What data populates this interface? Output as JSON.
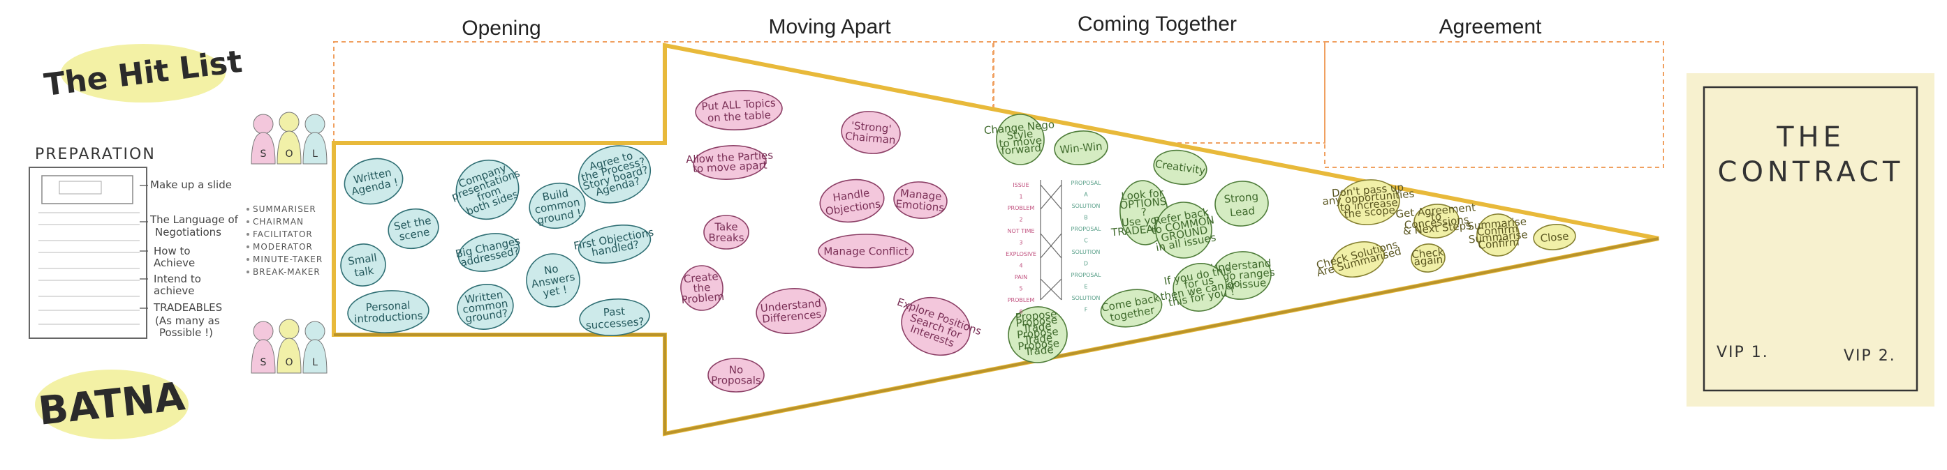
{
  "phases": [
    "Opening",
    "Moving Apart",
    "Coming Together",
    "Agreement"
  ],
  "hit_list": "The Hit List",
  "batna": "BATNA",
  "preparation": {
    "title": "PREPARATION",
    "items": [
      "Make up a slide",
      "The Language of",
      "Negotiations",
      "How to",
      "Achieve",
      "Intend to",
      "achieve",
      "TRADEABLES",
      "(As many as",
      "Possible !)"
    ]
  },
  "team_letters": [
    "S",
    "O",
    "L"
  ],
  "roles": [
    "SUMMARISER",
    "CHAIRMAN",
    "FACILITATOR",
    "MODERATOR",
    "MINUTE-TAKER",
    "BREAK-MAKER"
  ],
  "opening_bubbles": [
    [
      "Written",
      "Agenda !"
    ],
    [
      "Set the",
      "scene"
    ],
    [
      "Small",
      "talk"
    ],
    [
      "Personal",
      "introductions"
    ],
    [
      "Company",
      "presentations",
      "from",
      "both sides"
    ],
    [
      "Big Changes",
      "addressed?"
    ],
    [
      "Written",
      "common",
      "ground?"
    ],
    [
      "Build",
      "common",
      "ground !"
    ],
    [
      "No",
      "Answers",
      "yet !"
    ],
    [
      "Agree to",
      "the Process?",
      "Story board?",
      "Agenda?"
    ],
    [
      "First Objections",
      "handled?"
    ],
    [
      "Past",
      "successes?"
    ]
  ],
  "moving_apart_bubbles": [
    [
      "Put ALL Topics",
      "on the table"
    ],
    [
      "Allow the Parties",
      "to move apart"
    ],
    [
      "Take",
      "Breaks"
    ],
    [
      "Create",
      "the",
      "Problem"
    ],
    [
      "No",
      "Proposals"
    ],
    [
      "'Strong'",
      "Chairman"
    ],
    [
      "Handle",
      "Objections"
    ],
    [
      "Manage",
      "Emotions"
    ],
    [
      "Manage Conflict"
    ],
    [
      "Understand",
      "Differences"
    ],
    [
      "Explore Positions",
      "Search for",
      "Interests"
    ]
  ],
  "coming_together_bubbles": [
    [
      "Change Nego",
      "Style",
      "to move",
      "forward"
    ],
    [
      "Win-Win"
    ],
    [
      "Creativity"
    ],
    [
      "Look for",
      "OPTIONS",
      "?",
      "Use your",
      "TRADEABLES"
    ],
    [
      "Strong",
      "Lead"
    ],
    [
      "Refer back",
      "to COMMON",
      "GROUND",
      "in all issues"
    ],
    [
      "Understand",
      "Nego ranges",
      "per issue"
    ],
    [
      "Come back",
      "together"
    ],
    [
      "If you do this",
      "for us",
      "then we can do",
      "this for you !"
    ],
    [
      "Propose",
      "Propose",
      "Trade",
      "Propose",
      "Trade",
      "Propose",
      "Trade"
    ]
  ],
  "issues": [
    "ISSUE",
    "1",
    "PROBLEM",
    "2",
    "NOT TIME",
    "3",
    "EXPLOSIVE",
    "4",
    "PAIN",
    "5",
    "PROBLEM",
    "6"
  ],
  "solutions": [
    "PROPOSAL",
    "A",
    "SOLUTION",
    "B",
    "PROPOSAL",
    "C",
    "SOLUTION",
    "D",
    "PROPOSAL",
    "E",
    "SOLUTION",
    "F"
  ],
  "agreement_bubbles": [
    [
      "Don't pass up",
      "any opportunities",
      "to increase",
      "the scope"
    ],
    [
      "Check Solutions",
      "Are Summarised"
    ],
    [
      "Get Agreement",
      "to",
      "Concessions",
      "& Next Steps"
    ],
    [
      "Check",
      "again"
    ],
    [
      "Summarise",
      "Confirm",
      "Summarise",
      "Confirm"
    ],
    [
      "Close"
    ]
  ],
  "contract": {
    "title_line1": "THE",
    "title_line2": "CONTRACT",
    "vip1": "VIP 1.",
    "vip2": "VIP 2."
  },
  "colors": {
    "arrow": "#e8b93a",
    "arrow_dark": "#b9932a",
    "dash": "#f0a060",
    "teal": "#cdeaea",
    "pink": "#f3c7dc",
    "green": "#d5ecc2",
    "yellow": "#f1f0a8",
    "contract_bg": "#f7f1cf"
  }
}
